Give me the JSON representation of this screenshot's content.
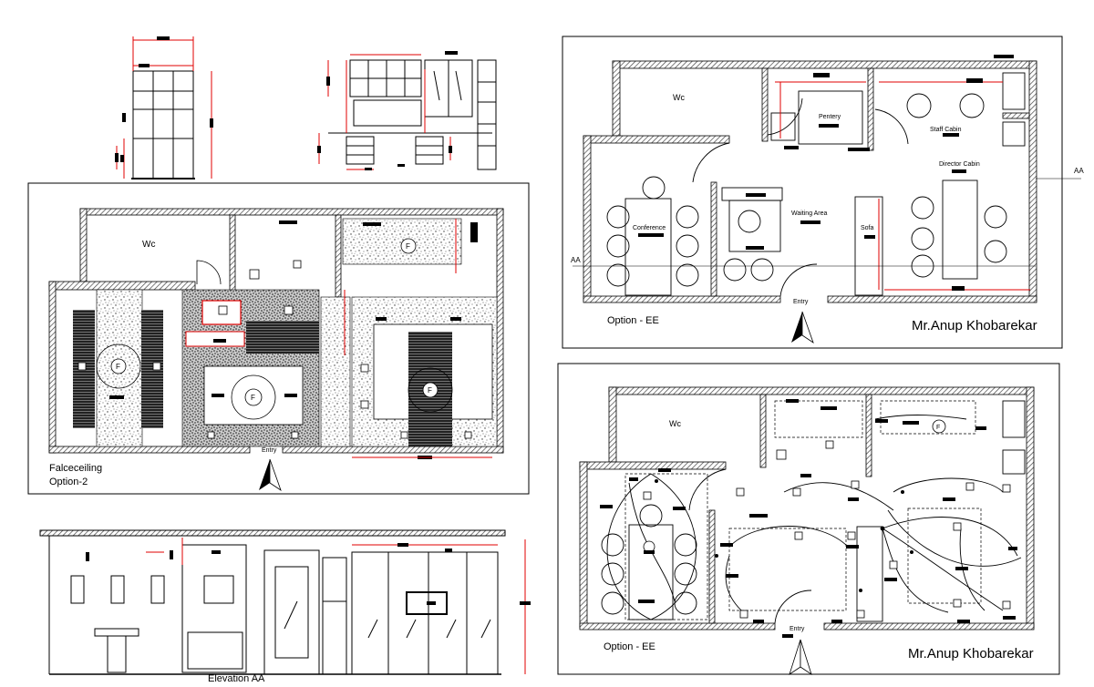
{
  "falseceiling": {
    "line1": "Falceceiling",
    "line2": "Option-2",
    "wc": "Wc",
    "entry": "Entry"
  },
  "option_top": {
    "caption": "Option - EE",
    "designer": "Mr.Anup Khobarekar",
    "wc": "Wc",
    "pentery": "Pentery",
    "staff_cabin": "Staff Cabin",
    "director_cabin": "Director Cabin",
    "conference": "Conference",
    "waiting_area": "Waiting Area",
    "sofa": "Sofa",
    "entry": "Entry",
    "section_mark": "AA"
  },
  "option_bottom": {
    "caption": "Option - EE",
    "designer": "Mr.Anup Khobarekar",
    "wc": "Wc",
    "entry": "Entry"
  },
  "elevation": {
    "caption": "Elevation AA"
  },
  "symbols": {
    "fan": "F"
  },
  "colors": {
    "line": "#000000",
    "dimension": "#e00000",
    "hatch": "#555555"
  }
}
